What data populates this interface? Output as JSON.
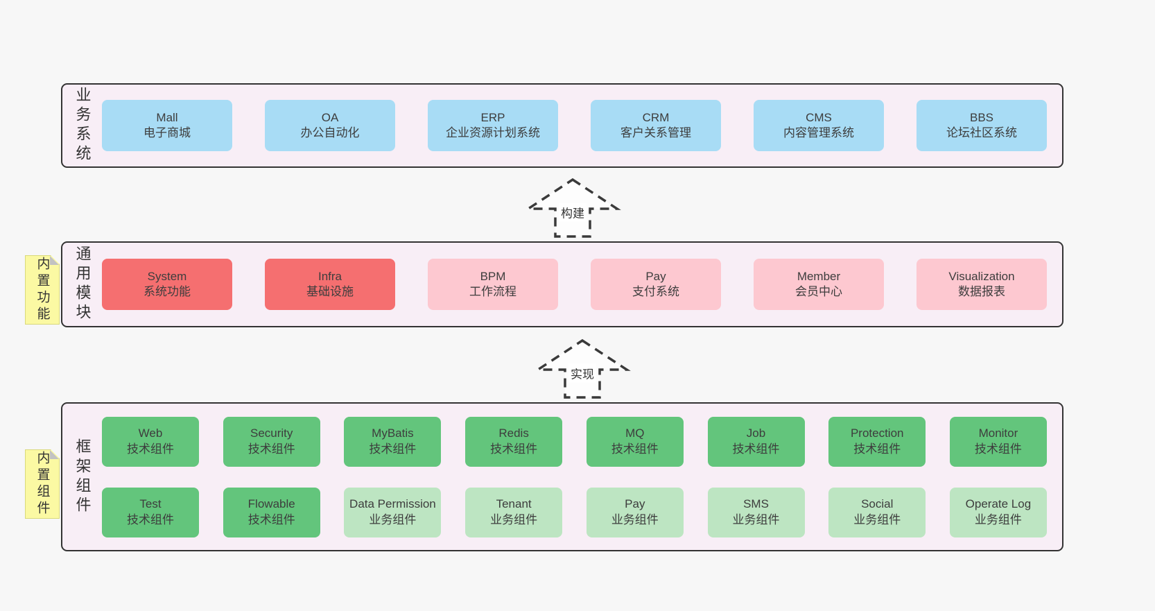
{
  "palette": {
    "blue": "#a8dcf5",
    "red": "#f56f70",
    "pink": "#fdc8d0",
    "green": "#63c57c",
    "lightgreen": "#bde5c2",
    "container_bg": "#f8eef6",
    "container_border": "#333333",
    "sticky_bg": "#fbf9a3",
    "sticky_fold": "#c2c2c2",
    "page_bg": "#f7f7f7"
  },
  "diagram": {
    "sections": [
      {
        "key": "business-systems",
        "side_label": "业务系统",
        "sticky_note": "",
        "rows": [
          [
            {
              "title": "Mall",
              "subtitle": "电子商城",
              "variant": "blue"
            },
            {
              "title": "OA",
              "subtitle": "办公自动化",
              "variant": "blue"
            },
            {
              "title": "ERP",
              "subtitle": "企业资源计划系统",
              "variant": "blue"
            },
            {
              "title": "CRM",
              "subtitle": "客户关系管理",
              "variant": "blue"
            },
            {
              "title": "CMS",
              "subtitle": "内容管理系统",
              "variant": "blue"
            },
            {
              "title": "BBS",
              "subtitle": "论坛社区系统",
              "variant": "blue"
            }
          ]
        ]
      },
      {
        "key": "common-modules",
        "side_label": "通用模块",
        "sticky_note": "内置功能",
        "rows": [
          [
            {
              "title": "System",
              "subtitle": "系统功能",
              "variant": "red"
            },
            {
              "title": "Infra",
              "subtitle": "基础设施",
              "variant": "red"
            },
            {
              "title": "BPM",
              "subtitle": "工作流程",
              "variant": "pink"
            },
            {
              "title": "Pay",
              "subtitle": "支付系统",
              "variant": "pink"
            },
            {
              "title": "Member",
              "subtitle": "会员中心",
              "variant": "pink"
            },
            {
              "title": "Visualization",
              "subtitle": "数据报表",
              "variant": "pink"
            }
          ]
        ]
      },
      {
        "key": "framework-components",
        "side_label": "框架组件",
        "sticky_note": "内置组件",
        "rows": [
          [
            {
              "title": "Web",
              "subtitle": "技术组件",
              "variant": "green"
            },
            {
              "title": "Security",
              "subtitle": "技术组件",
              "variant": "green"
            },
            {
              "title": "MyBatis",
              "subtitle": "技术组件",
              "variant": "green"
            },
            {
              "title": "Redis",
              "subtitle": "技术组件",
              "variant": "green"
            },
            {
              "title": "MQ",
              "subtitle": "技术组件",
              "variant": "green"
            },
            {
              "title": "Job",
              "subtitle": "技术组件",
              "variant": "green"
            },
            {
              "title": "Protection",
              "subtitle": "技术组件",
              "variant": "green"
            },
            {
              "title": "Monitor",
              "subtitle": "技术组件",
              "variant": "green"
            }
          ],
          [
            {
              "title": "Test",
              "subtitle": "技术组件",
              "variant": "green"
            },
            {
              "title": "Flowable",
              "subtitle": "技术组件",
              "variant": "green"
            },
            {
              "title": "Data Permission",
              "subtitle": "业务组件",
              "variant": "lightgreen"
            },
            {
              "title": "Tenant",
              "subtitle": "业务组件",
              "variant": "lightgreen"
            },
            {
              "title": "Pay",
              "subtitle": "业务组件",
              "variant": "lightgreen"
            },
            {
              "title": "SMS",
              "subtitle": "业务组件",
              "variant": "lightgreen"
            },
            {
              "title": "Social",
              "subtitle": "业务组件",
              "variant": "lightgreen"
            },
            {
              "title": "Operate Log",
              "subtitle": "业务组件",
              "variant": "lightgreen"
            }
          ]
        ]
      }
    ],
    "arrows": [
      {
        "label": "构建"
      },
      {
        "label": "实现"
      }
    ]
  }
}
